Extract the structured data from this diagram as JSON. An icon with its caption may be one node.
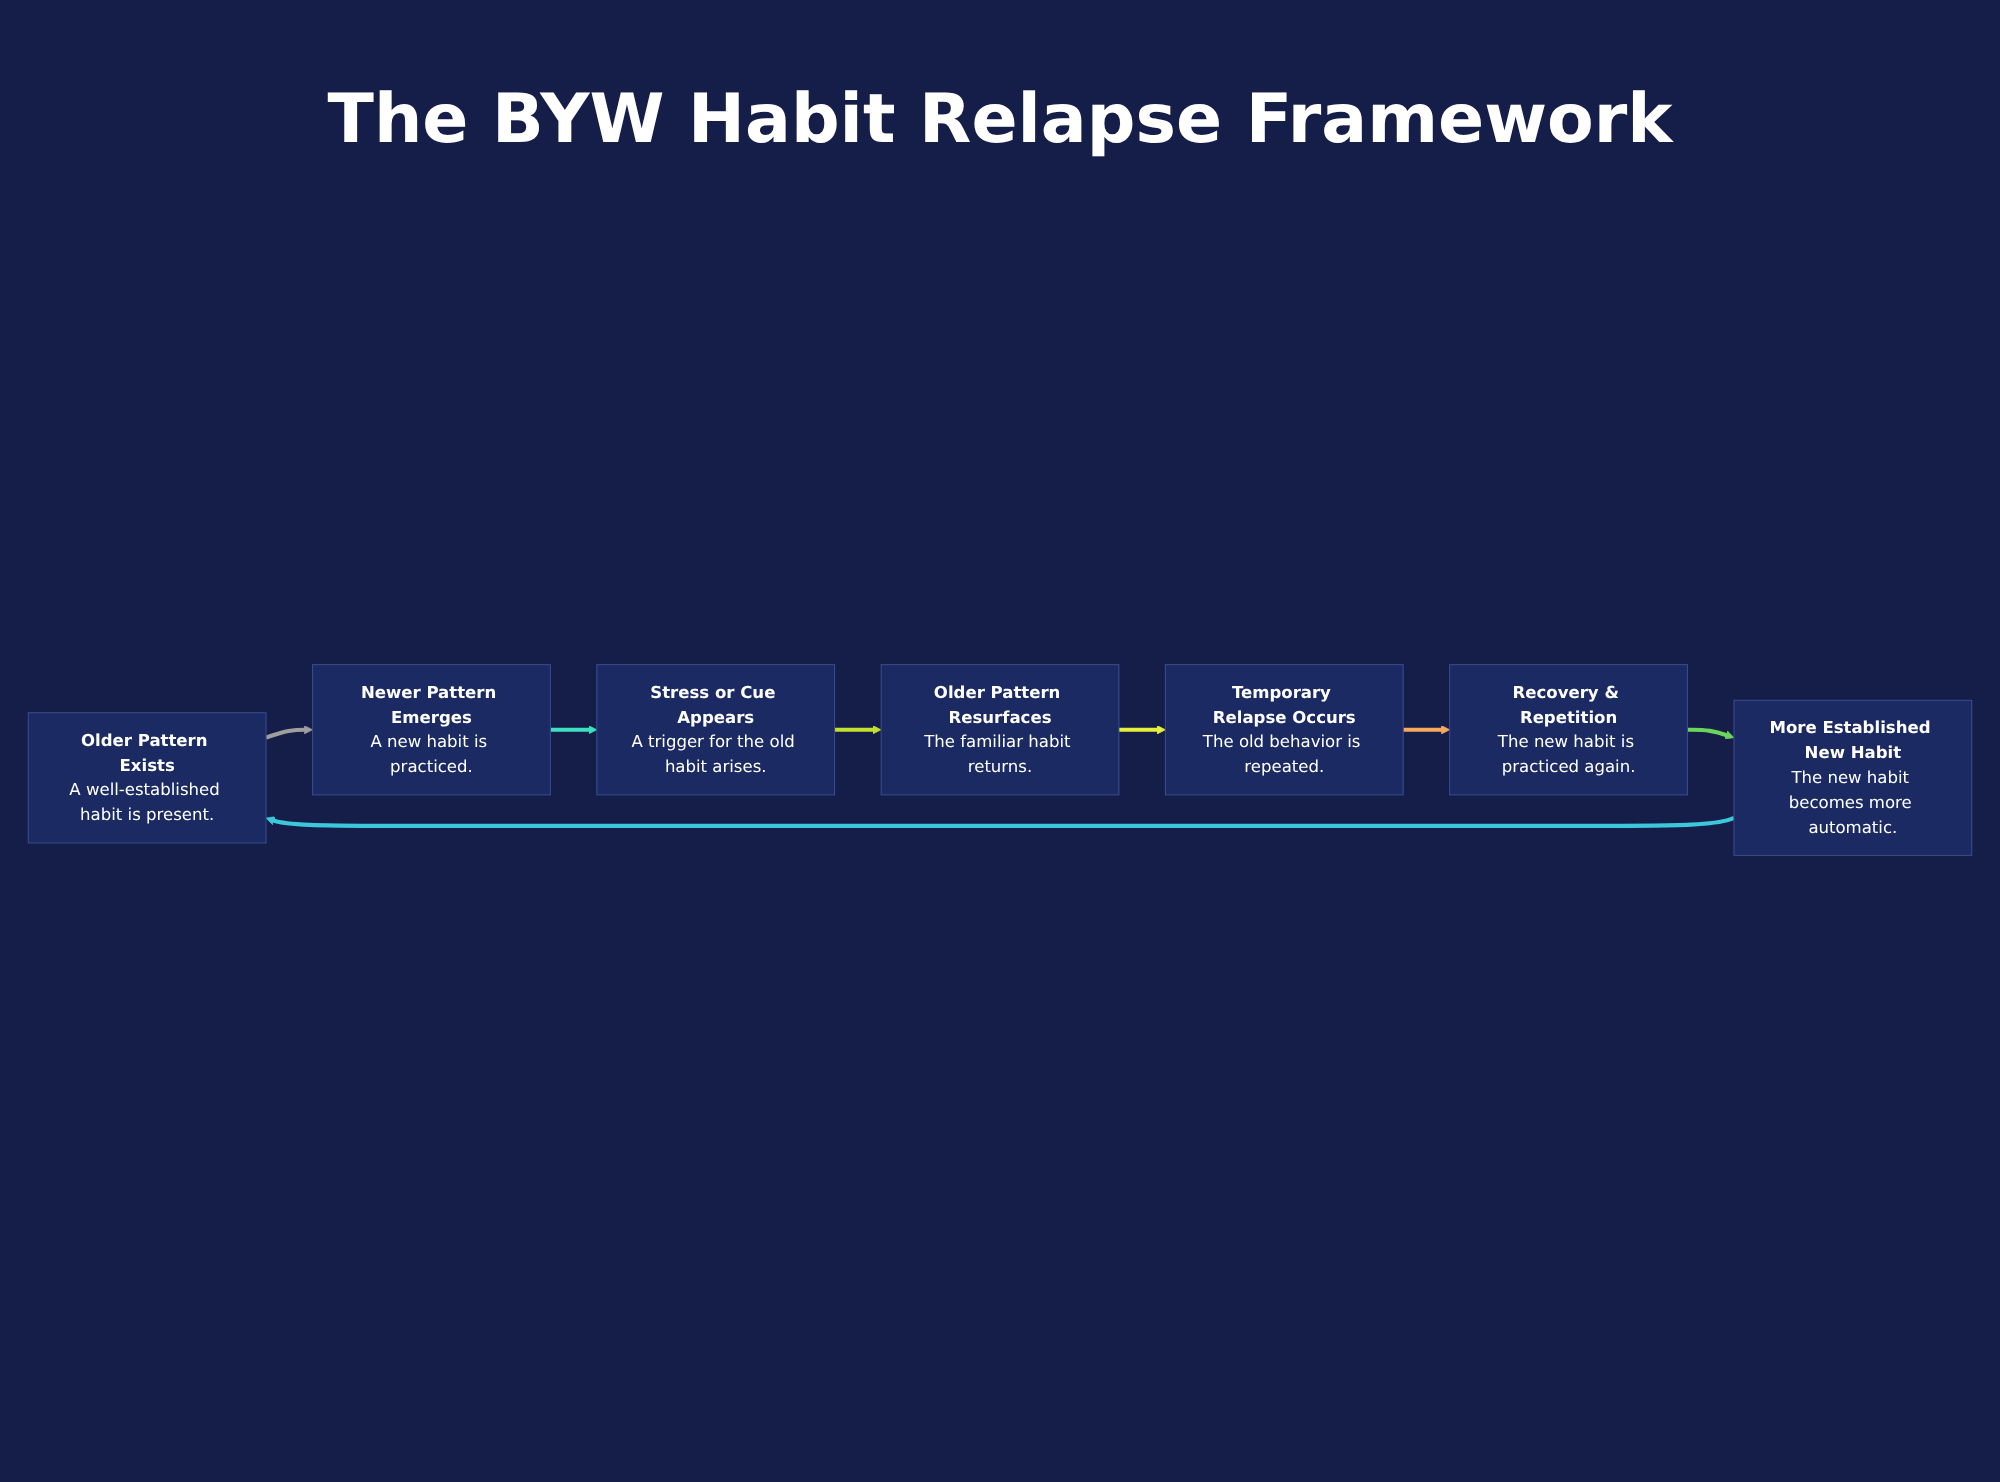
{
  "diagram": {
    "title": "The BYW Habit Relapse Framework",
    "nodes": [
      {
        "text": [
          "Older Pattern Exists",
          "A well-established habit is present."
        ]
      },
      {
        "text": [
          "Newer Pattern Emerges",
          "A new habit is practiced."
        ]
      },
      {
        "text": [
          "Stress or Cue Appears",
          "A trigger for the old habit arises."
        ]
      },
      {
        "text": [
          "Older Pattern Resurfaces",
          "The familiar habit returns."
        ]
      },
      {
        "text": [
          "Temporary Relapse Occurs",
          "The old behavior is repeated."
        ]
      },
      {
        "text": [
          "Recovery & Repetition",
          "The new habit is practiced again."
        ]
      },
      {
        "text": [
          "More Established New Habit",
          "The new habit becomes more automatic."
        ]
      }
    ],
    "edges": [
      {
        "from": 0,
        "to": 1,
        "arrow": "to",
        "color": "#9e9e9e"
      },
      {
        "from": 1,
        "to": 2,
        "arrow": "to",
        "color": "#3ee0c0"
      },
      {
        "from": 2,
        "to": 3,
        "arrow": "to",
        "color": "#c5e130"
      },
      {
        "from": 3,
        "to": 4,
        "arrow": "to",
        "color": "#e6f03a"
      },
      {
        "from": 4,
        "to": 5,
        "arrow": "to",
        "color": "#f7a95e"
      },
      {
        "from": 5,
        "to": 6,
        "arrow": "to",
        "color": "#6ad65a"
      },
      {
        "from": 6,
        "to": 0,
        "arrow": "to",
        "color": "#3cc8dc"
      }
    ]
  }
}
